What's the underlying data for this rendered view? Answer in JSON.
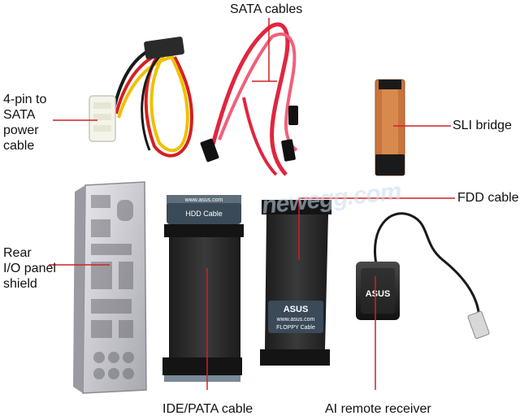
{
  "labels": {
    "sata_cables": "SATA cables",
    "sli_bridge": "SLI bridge",
    "fdd_cable": "FDD cable",
    "ide_cable": "IDE/PATA cable",
    "ai_remote": "AI remote receiver",
    "power_cable": [
      "4-pin to",
      "SATA",
      "power",
      "cable"
    ],
    "io_shield": [
      "Rear",
      "I/O panel",
      "shield"
    ]
  },
  "product_text": {
    "hdd_header": "www.asus.com",
    "hdd_title": "HDD  Cable",
    "fdd_brand": "ASUS",
    "fdd_url": "www.asus.com",
    "fdd_title": "FLOPPY Cable",
    "receiver_brand": "ASUS"
  },
  "watermark": "newegg.com",
  "colors": {
    "sata_red": "#e0263f",
    "ribbon": "#2a2a2a",
    "shield": "#c8c8cc",
    "sli_pcb": "#c8743a",
    "wire_red": "#d42020",
    "wire_yellow": "#f0c000",
    "wire_black": "#1a1a1a"
  }
}
